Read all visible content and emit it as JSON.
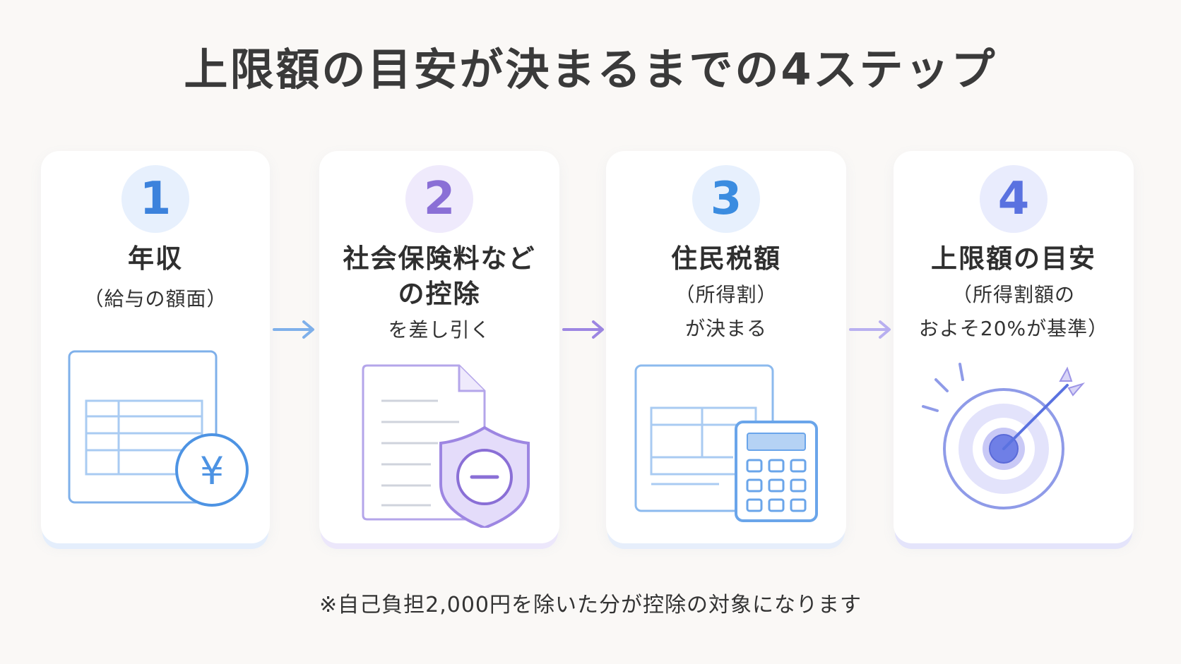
{
  "title": "上限額の目安が決まるまでの4ステップ",
  "steps": [
    {
      "number": "1",
      "heading_lines": [
        "年収"
      ],
      "sub_lines": [
        "（給与の額面）"
      ],
      "icon": "salary-sheet-yen-icon",
      "color": "#3c82dc"
    },
    {
      "number": "2",
      "heading_lines": [
        "社会保険料など",
        "の控除"
      ],
      "sub_lines": [
        "を差し引く"
      ],
      "icon": "document-shield-minus-icon",
      "color": "#8a6fd6"
    },
    {
      "number": "3",
      "heading_lines": [
        "住民税額"
      ],
      "sub_lines": [
        "（所得割）",
        "が決まる"
      ],
      "icon": "sheet-calculator-icon",
      "color": "#3b8ce0"
    },
    {
      "number": "4",
      "heading_lines": [
        "上限額の目安"
      ],
      "sub_lines": [
        "（所得割額の",
        "およそ20%が基準）"
      ],
      "icon": "target-arrow-icon",
      "color": "#5a72e0"
    }
  ],
  "footnote": "※自己負担2,000円を除いた分が控除の対象になります"
}
